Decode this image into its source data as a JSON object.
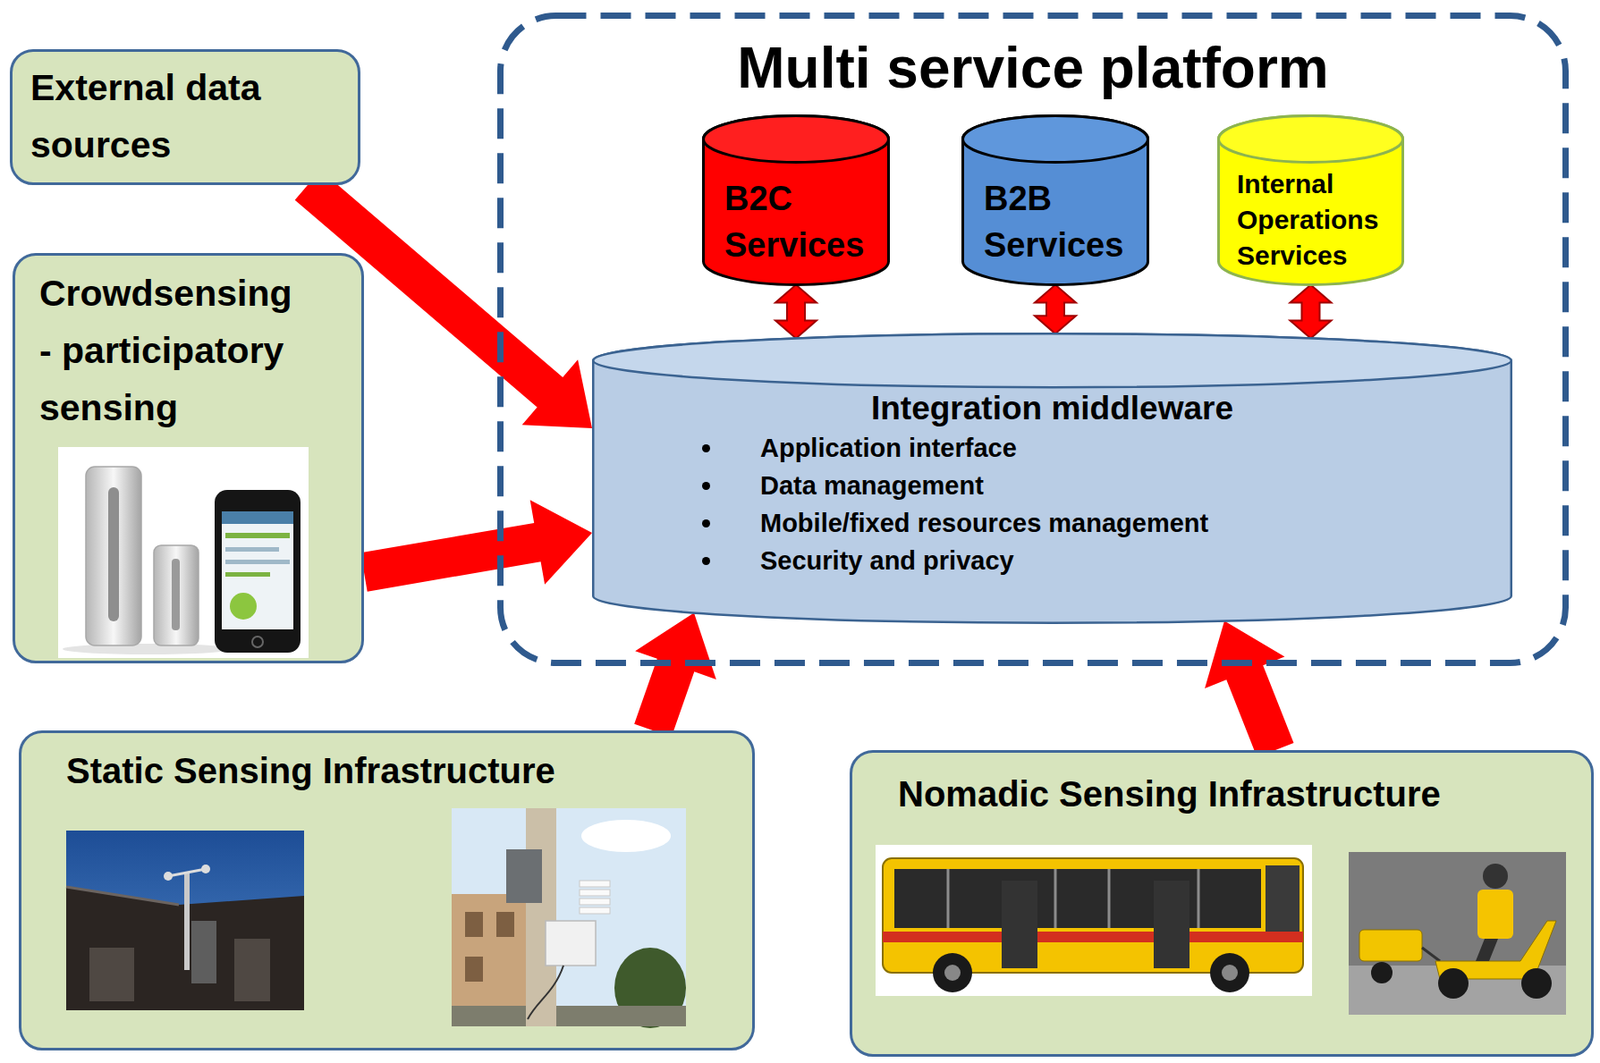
{
  "diagram": {
    "nodes": [
      {
        "text": [
          "External data sources"
        ]
      },
      {
        "text": [
          "Multi service platform"
        ]
      },
      {
        "text": [
          "B2C Services"
        ],
        "in": 1
      },
      {
        "text": [
          "B2B Services"
        ],
        "in": 1
      },
      {
        "text": [
          "Internal Operations Services"
        ],
        "in": 1
      },
      {
        "text": [
          "Integration middleware",
          "Application interface",
          "Data management",
          "Mobile/fixed resources management",
          "Security and privacy"
        ],
        "in": 1
      },
      {
        "text": [
          "Crowdsensing - participatory sensing"
        ]
      },
      {
        "text": [
          "Static Sensing Infrastructure"
        ]
      },
      {
        "text": [
          "Nomadic Sensing Infrastructure"
        ]
      }
    ],
    "edges": [
      {
        "from": 0,
        "to": 5,
        "arrow": "to"
      },
      {
        "from": 6,
        "to": 5,
        "arrow": "to"
      },
      {
        "from": 7,
        "to": 5,
        "arrow": "to"
      },
      {
        "from": 8,
        "to": 5,
        "arrow": "to"
      },
      {
        "from": 5,
        "to": 2,
        "arrow": "both"
      },
      {
        "from": 5,
        "to": 3,
        "arrow": "both"
      },
      {
        "from": 5,
        "to": 4,
        "arrow": "both"
      }
    ]
  }
}
